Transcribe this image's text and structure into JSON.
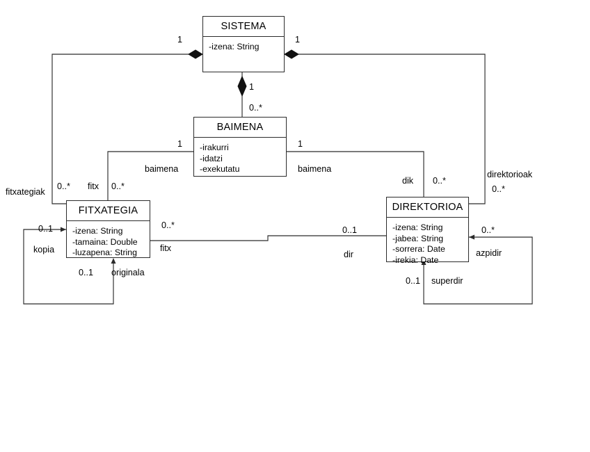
{
  "diagram": {
    "type": "uml-class-diagram",
    "title": "",
    "language": "eu",
    "classes": [
      {
        "id": "sistema",
        "name": "SISTEMA",
        "attributes": [
          "-izena: String"
        ]
      },
      {
        "id": "baimena",
        "name": "BAIMENA",
        "attributes": [
          "-irakurri",
          "-idatzi",
          "-exekutatu"
        ]
      },
      {
        "id": "fitxategia",
        "name": "FITXATEGIA",
        "attributes": [
          "-izena: String",
          "-tamaina: Double",
          "-luzapena: String"
        ]
      },
      {
        "id": "direktorioa",
        "name": "DIREKTORIOA",
        "attributes": [
          "-izena: String",
          "-jabea: String",
          "-sorrera: Date",
          "-irekia: Date"
        ]
      },
      {
        "id": "kopia-box",
        "name": "",
        "attributes": []
      }
    ],
    "labels": {
      "sistema_left_mult": "1",
      "sistema_right_mult": "1",
      "sistema_baimena_mult": "1",
      "baimena_top_mult": "0..*",
      "fitxategiak_role": "fitxategiak",
      "fitxategiak_mult": "0..*",
      "direktorioak_role": "direktorioak",
      "direktorioak_mult": "0..*",
      "baimena_left_mult": "1",
      "baimena_right_mult": "1",
      "baimena_left_role": "baimena",
      "baimena_right_role": "baimena",
      "fitx_top_role": "fitx",
      "fitx_top_mult": "0..*",
      "dik_role": "dik",
      "dik_mult": "0..*",
      "fitx_role": "fitx",
      "fitx_mult": "0..*",
      "dir_role": "dir",
      "dir_mult": "0..1",
      "kopia_role": "kopia",
      "kopia_mult": "0..1",
      "originala_role": "originala",
      "originala_mult": "0..1",
      "azpidir_role": "azpidir",
      "azpidir_mult": "0..*",
      "superdir_role": "superdir",
      "superdir_mult": "0..1"
    },
    "colors": {
      "stroke": "#2b2b2b",
      "fill": "#ffffff",
      "text": "#000000"
    }
  }
}
